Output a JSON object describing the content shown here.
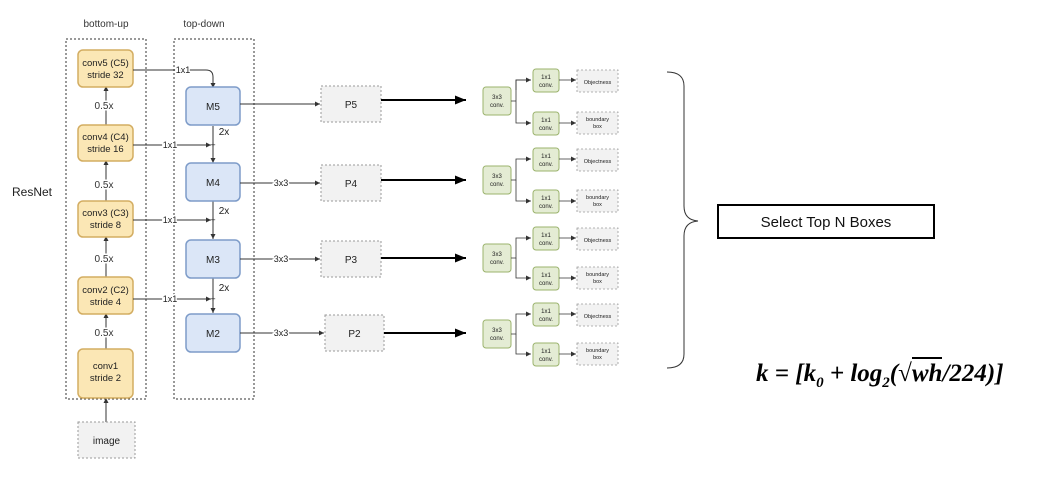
{
  "labels": {
    "bottom_up": "bottom-up",
    "top_down": "top-down",
    "resnet": "ResNet",
    "image": "image",
    "select": "Select Top N Boxes"
  },
  "backbone": [
    {
      "name": "conv5 (C5)",
      "stride": "stride 32"
    },
    {
      "name": "conv4 (C4)",
      "stride": "stride 16"
    },
    {
      "name": "conv3 (C3)",
      "stride": "stride 8"
    },
    {
      "name": "conv2 (C2)",
      "stride": "stride 4"
    },
    {
      "name": "conv1",
      "stride": "stride 2"
    }
  ],
  "downsample": [
    "0.5x",
    "0.5x",
    "0.5x",
    "0.5x"
  ],
  "lateral": [
    "1x1",
    "1x1",
    "1x1",
    "1x1"
  ],
  "merge": [
    "M5",
    "M4",
    "M3",
    "M2"
  ],
  "upsample": [
    "2x",
    "2x",
    "2x"
  ],
  "smooth": [
    "3x3",
    "3x3",
    "3x3"
  ],
  "pyramid": [
    "P5",
    "P4",
    "P3",
    "P2"
  ],
  "rpn_head": {
    "conv": [
      "3x3",
      "conv."
    ],
    "branch": [
      "1x1",
      "conv."
    ],
    "objectness": "Objectness",
    "boundary": [
      "boundary",
      "box"
    ]
  },
  "formula": {
    "k": "k",
    "eq": " = [",
    "k0": "k",
    "k0_sub": "0",
    "plus": " + ",
    "log": "log",
    "log_sub": "2",
    "open": "(",
    "radical": "√",
    "wh": "wh",
    "rest": "/224)]"
  },
  "colors": {
    "yellow_fill": "#fbe7b5",
    "yellow_stroke": "#d3ad62",
    "blue_fill": "#dbe6f7",
    "blue_stroke": "#7e9cc9",
    "green_fill": "#e4ecd4",
    "green_stroke": "#9bb36d",
    "gray_fill": "#f2f2f2",
    "gray_stroke": "#9a9a9a"
  }
}
